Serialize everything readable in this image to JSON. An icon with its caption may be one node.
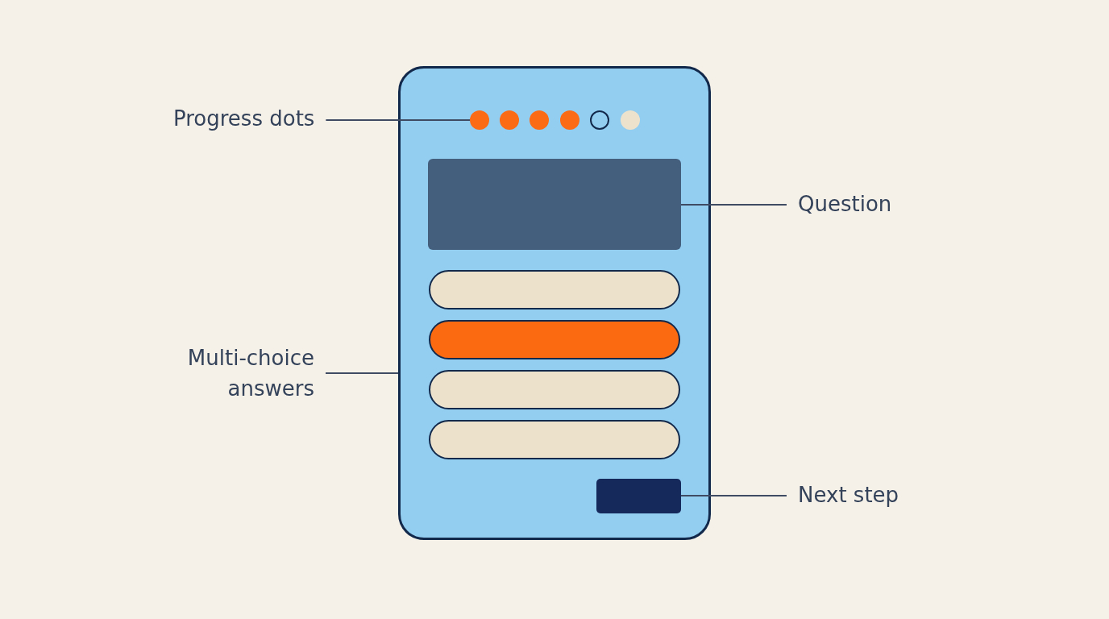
{
  "diagram": {
    "nodes": [
      {
        "text": [],
        "shape": "box"
      },
      {
        "text": [],
        "shape": "circle",
        "in": 0
      },
      {
        "text": [],
        "shape": "circle",
        "in": 0
      },
      {
        "text": [],
        "shape": "circle",
        "in": 0
      },
      {
        "text": [],
        "shape": "circle",
        "in": 0
      },
      {
        "text": [],
        "shape": "circle",
        "in": 0
      },
      {
        "text": [],
        "shape": "circle",
        "in": 0
      },
      {
        "text": [],
        "shape": "box",
        "in": 0
      },
      {
        "text": [],
        "shape": "bar",
        "in": 0
      },
      {
        "text": [],
        "shape": "bar",
        "in": 0
      },
      {
        "text": [],
        "shape": "bar",
        "in": 0
      },
      {
        "text": [],
        "shape": "bar",
        "in": 0
      },
      {
        "text": [],
        "shape": "box",
        "in": 0
      },
      {
        "text": [
          "Progress dots"
        ]
      },
      {
        "text": [
          "Question"
        ]
      },
      {
        "text": [
          "Multi-choice answers"
        ]
      },
      {
        "text": [
          "Next step"
        ]
      }
    ],
    "edges": [
      {
        "from": 13,
        "to": 1,
        "arrow": "none"
      },
      {
        "from": 14,
        "to": 7,
        "arrow": "none"
      },
      {
        "from": 15,
        "to": 0,
        "arrow": "none"
      },
      {
        "from": 16,
        "to": 12,
        "arrow": "none"
      }
    ]
  }
}
